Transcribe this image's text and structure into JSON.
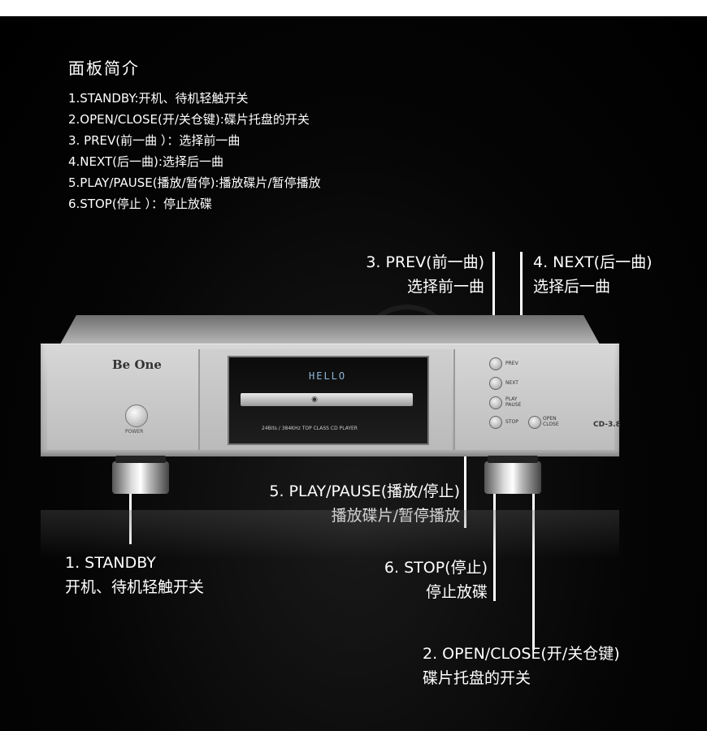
{
  "intro": {
    "title": "面板简介",
    "items": [
      "1.STANDBY:开机、待机轻触开关",
      "2.OPEN/CLOSE(开/关仓键):碟片托盘的开关",
      "3. PREV(前一曲 ）：选择前一曲",
      "4.NEXT(后一曲):选择后一曲",
      "5.PLAY/PAUSE(播放/暂停):播放碟片/暂停播放",
      "6.STOP(停止 ）：停止放碟"
    ]
  },
  "callouts": {
    "prev": {
      "line1": "3. PREV(前一曲)",
      "line2": "选择前一曲"
    },
    "next": {
      "line1": "4. NEXT(后一曲)",
      "line2": "选择后一曲"
    },
    "play": {
      "line1": "5. PLAY/PAUSE(播放/停止)",
      "line2": "播放碟片/暂停播放"
    },
    "standby": {
      "line1": "1. STANDBY",
      "line2": "开机、待机轻触开关"
    },
    "stop": {
      "line1": "6. STOP(停止)",
      "line2": "停止放碟"
    },
    "open_close": {
      "line1": "2. OPEN/CLOSE(开/关仓键)",
      "line2": "碟片托盘的开关"
    }
  },
  "device": {
    "brand": "Be One",
    "display": "HELLO",
    "display_caption": "24Bits / 384KHz TOP CLASS CD PLAYER",
    "model": "CD-3.8",
    "labels": {
      "power": "POWER",
      "prev": "PREV",
      "next": "NEXT",
      "play": "PLAY\nPAUSE",
      "stop": "STOP",
      "open_close": "OPEN\nCLOSE"
    }
  },
  "colors": {
    "background": "#000000",
    "text": "#ffffff",
    "chassis": "#c4c4c4"
  }
}
